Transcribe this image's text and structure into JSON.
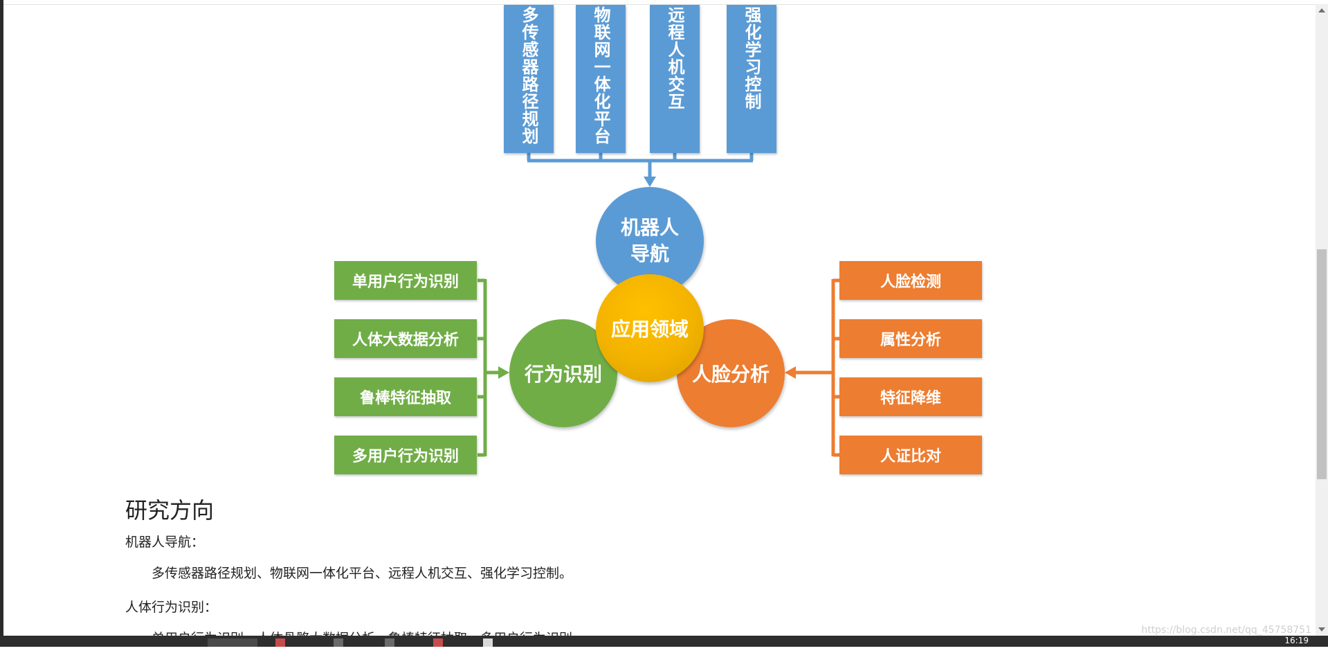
{
  "diagram": {
    "top_boxes": [
      "多传感器路径规划",
      "物联网一体化平台",
      "远程人机交互",
      "强化学习控制"
    ],
    "left_boxes": [
      "单用户行为识别",
      "人体大数据分析",
      "鲁棒特征抽取",
      "多用户行为识别"
    ],
    "right_boxes": [
      "人脸检测",
      "属性分析",
      "特征降维",
      "人证比对"
    ],
    "circles": {
      "top_line1": "机器人",
      "top_line2": "导航",
      "left": "行为识别",
      "right": "人脸分析",
      "center": "应用领域"
    },
    "colors": {
      "blue": "#5b9bd5",
      "green": "#70ad47",
      "orange": "#ed7d31",
      "yellow": "#ffc000"
    }
  },
  "section": {
    "heading": "研究方向",
    "items": [
      {
        "label": "机器人导航：",
        "content": "多传感器路径规划、物联网一体化平台、远程人机交互、强化学习控制。"
      },
      {
        "label": "人体行为识别：",
        "content": "单用户行为识别、人体骨骼大数据分析、鲁棒特征抽取、多用户行为识别。"
      }
    ]
  },
  "watermark": "https://blog.csdn.net/qq_45758751",
  "taskbar": {
    "clock": "16:19"
  }
}
